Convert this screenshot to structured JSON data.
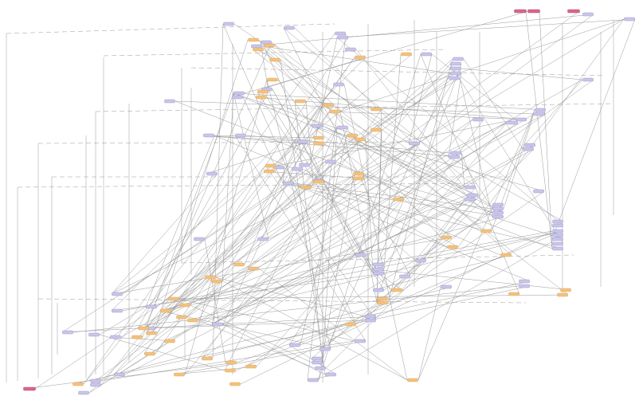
{
  "diagram": {
    "kind": "dependency-graph",
    "node_colors": {
      "service": "#c9c6ea",
      "resource": "#f3c27e",
      "entry": "#d9668a"
    },
    "edge_color": "#9a9a9a",
    "background": "#ffffff",
    "counts": {
      "service": 92,
      "resource": 58,
      "entry": 4
    }
  }
}
